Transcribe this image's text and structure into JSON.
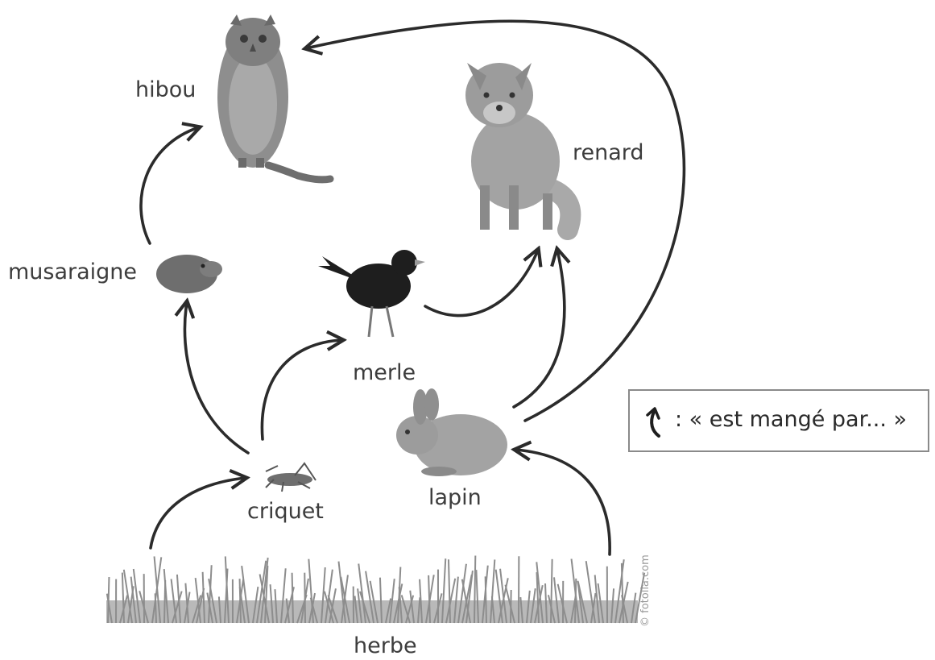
{
  "organisms": {
    "hibou": "hibou",
    "renard": "renard",
    "musaraigne": "musaraigne",
    "merle": "merle",
    "criquet": "criquet",
    "lapin": "lapin",
    "herbe": "herbe"
  },
  "legend": {
    "text": ": « est mangé par... »",
    "icon": "curved-arrow-icon"
  },
  "credit": "© fotolia.com",
  "relations": [
    {
      "from": "herbe",
      "to": "criquet"
    },
    {
      "from": "herbe",
      "to": "lapin"
    },
    {
      "from": "criquet",
      "to": "musaraigne"
    },
    {
      "from": "criquet",
      "to": "merle"
    },
    {
      "from": "musaraigne",
      "to": "hibou"
    },
    {
      "from": "merle",
      "to": "renard"
    },
    {
      "from": "lapin",
      "to": "renard"
    },
    {
      "from": "lapin",
      "to": "hibou"
    }
  ],
  "colors": {
    "arrow": "#2b2b2b",
    "label": "#3d3d3d",
    "legend_border": "#8a8a8a"
  }
}
